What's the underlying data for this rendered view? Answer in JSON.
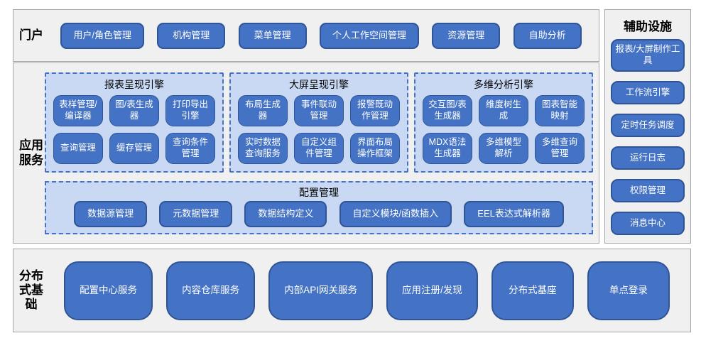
{
  "colors": {
    "button_blue": "#4472c4",
    "button_border": "#2f5597",
    "engine_panel_bg": "#c9d9f3",
    "engine_panel_border": "#4472c4",
    "section_bg": "#f0f0f0",
    "section_border": "#a6a6a6",
    "button_text": "#ffffff",
    "label_text": "#000000"
  },
  "portal": {
    "label": "门户",
    "buttons": [
      "用户/角色管理",
      "机构管理",
      "菜单管理",
      "个人工作空间管理",
      "资源管理",
      "自助分析"
    ]
  },
  "app_services": {
    "label": "应用服务",
    "engines": [
      {
        "title": "报表呈现引擎",
        "buttons": [
          "表样管理/编译器",
          "图/表生成器",
          "打印导出引擎",
          "查询管理",
          "缓存管理",
          "查询条件管理"
        ]
      },
      {
        "title": "大屏呈现引擎",
        "buttons": [
          "布局生成器",
          "事件联动管理",
          "报警既动作管理",
          "实时数据查询服务",
          "自定义组件管理",
          "界面布局操作框架"
        ]
      },
      {
        "title": "多维分析引擎",
        "buttons": [
          "交互图/表生成器",
          "维度树生成",
          "图表智能映射",
          "MDX语法生成器",
          "多维模型解析",
          "多维查询管理"
        ]
      }
    ],
    "config": {
      "title": "配置管理",
      "buttons": [
        "数据源管理",
        "元数据管理",
        "数据结构定义",
        "自定义模块/函数插入",
        "EEL表达式解析器"
      ]
    }
  },
  "aux": {
    "title": "辅助设施",
    "buttons": [
      "报表/大屏制作工具",
      "工作流引擎",
      "定时任务调度",
      "运行日志",
      "权限管理",
      "消息中心"
    ]
  },
  "foundation": {
    "label": "分布式基础",
    "buttons": [
      "配置中心服务",
      "内容仓库服务",
      "内部API网关服务",
      "应用注册/发现",
      "分布式基座",
      "单点登录"
    ]
  }
}
